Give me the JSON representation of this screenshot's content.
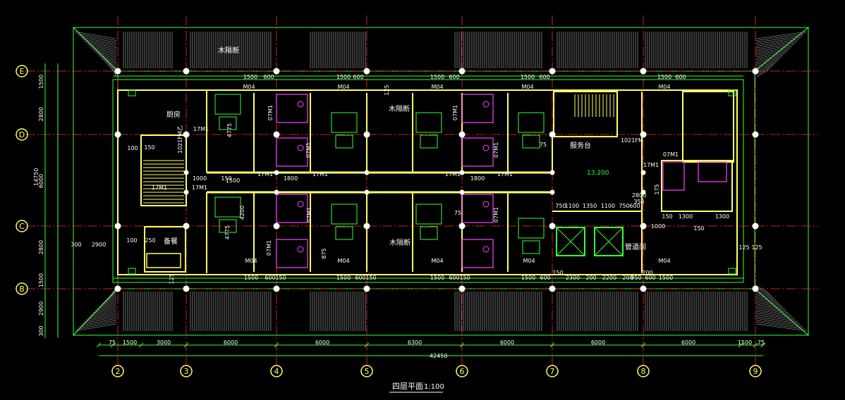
{
  "drawing": {
    "title": "四层平面",
    "scale": "1:100",
    "elevation": "13.200",
    "colors": {
      "background": "#000000",
      "wall": "#ffff66",
      "axis": "#ff2a2a",
      "dim": "#33ff33",
      "text": "#ffffff",
      "fixture": "#ff44ff",
      "window": "#ffffff",
      "column": "#ffffff",
      "cyan": "#44ffff"
    }
  },
  "grid_rows": [
    "E",
    "D",
    "C",
    "B"
  ],
  "grid_cols": [
    "2",
    "3",
    "4",
    "5",
    "6",
    "7",
    "8",
    "9"
  ],
  "labels": {
    "kitchen": "厨房",
    "pantry": "备餐",
    "service": "服务台",
    "pipe": "管道间",
    "screen_top": "木隔断",
    "screen_mid": "木隔断",
    "screen_low": "木隔断",
    "door_fm": "1021FM",
    "door_fm2": "1021FM乙",
    "elev": "13.200"
  },
  "dims_bottom": [
    "75",
    "1500",
    "3000",
    "6000",
    "6000",
    "6300",
    "6000",
    "6000",
    "6000",
    "1500",
    "75"
  ],
  "dim_total": "42450",
  "dims_left": [
    "1500",
    "2800",
    "6000",
    "2800",
    "1500",
    "2900",
    "300"
  ],
  "dim_left_total": "14750",
  "dims_top_room": [
    "1500",
    "600",
    "1500",
    "600",
    "1500",
    "600",
    "1500",
    "600",
    "1500",
    "600"
  ],
  "dims_lower_room": [
    "1500",
    "600",
    "150",
    "1500",
    "600",
    "150",
    "1500",
    "600",
    "150",
    "1500",
    "600"
  ],
  "dims_right_lower": [
    "2300",
    "200",
    "2200",
    "200",
    "950",
    "600",
    "1500"
  ],
  "dims_mid": [
    "1800",
    "1800",
    "750",
    "1100",
    "1350",
    "1100",
    "750",
    "600"
  ],
  "small_dims": [
    "100",
    "150",
    "1000",
    "150",
    "1500",
    "4200",
    "4775",
    "4775",
    "300",
    "2900",
    "100",
    "250",
    "125",
    "875",
    "125",
    "75",
    "75",
    "2800",
    "175",
    "1000",
    "150",
    "1300",
    "150",
    "1300",
    "125",
    "125",
    "150",
    "350",
    "200"
  ],
  "door_codes": [
    "M04",
    "M04",
    "M04",
    "M04",
    "M04",
    "M04",
    "M04",
    "M04",
    "M04",
    "M04"
  ],
  "door_tags": [
    "17M1",
    "17M1",
    "07M1",
    "07M1",
    "17M1",
    "17M1",
    "07M1",
    "07M1",
    "17M1",
    "17M1",
    "07M1",
    "07M1",
    "07M1",
    "17M1",
    "17M1",
    "07M1"
  ]
}
